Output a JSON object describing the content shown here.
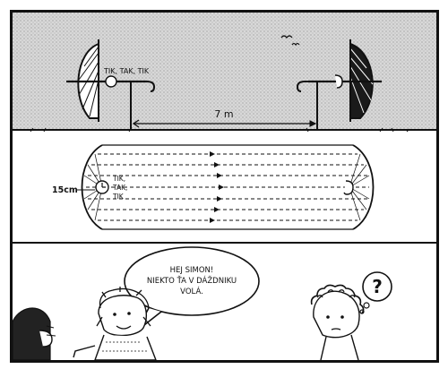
{
  "top_panel": {
    "clock_sound": "TIK, TAK, TIK",
    "distance_label": "7 m"
  },
  "middle_panel": {
    "radius_label": "15cm",
    "sound_lines": [
      "TIK,",
      "TAK,",
      "TIK"
    ]
  },
  "bottom_panel": {
    "speech_lines": [
      "HEJ SIMON!",
      "NIEKTO ŤA V DÁŽDNIKU",
      "VOLÁ."
    ],
    "thought_symbol": "?"
  }
}
